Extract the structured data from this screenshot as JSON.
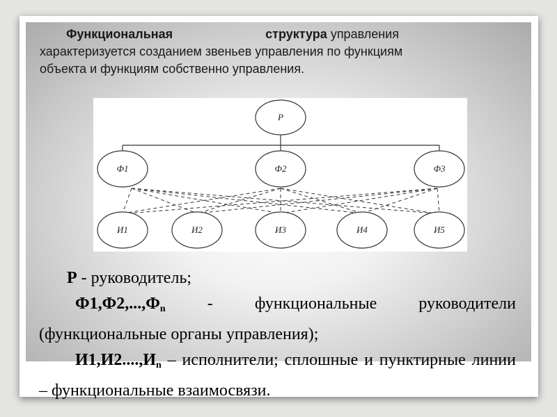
{
  "intro": {
    "bold_1": "Функциональная",
    "bold_2": "структура",
    "rest_1": " управления",
    "line_2": "характеризуется созданием звеньев управления по функциям",
    "line_3": "объекта и функциям собственно управления."
  },
  "diagram": {
    "nodes": {
      "root": "Р",
      "functional": [
        "Ф1",
        "Ф2",
        "Ф3"
      ],
      "executors": [
        "И1",
        "И2",
        "И3",
        "И4",
        "И5"
      ]
    }
  },
  "legend": {
    "p1_bold": "Р",
    "p1_text": " - руководитель;",
    "p2_bold_a": "Ф1,Ф2,...,Ф",
    "p2_sub": "n",
    "p2_text": " - функциональные руководители (функциональные органы управления);",
    "p3_bold_a": "И1,И2....,И",
    "p3_sub": "n",
    "p3_text": " – исполнители; сплошные и пунктирные линии – функциональные взаимосвязи."
  }
}
